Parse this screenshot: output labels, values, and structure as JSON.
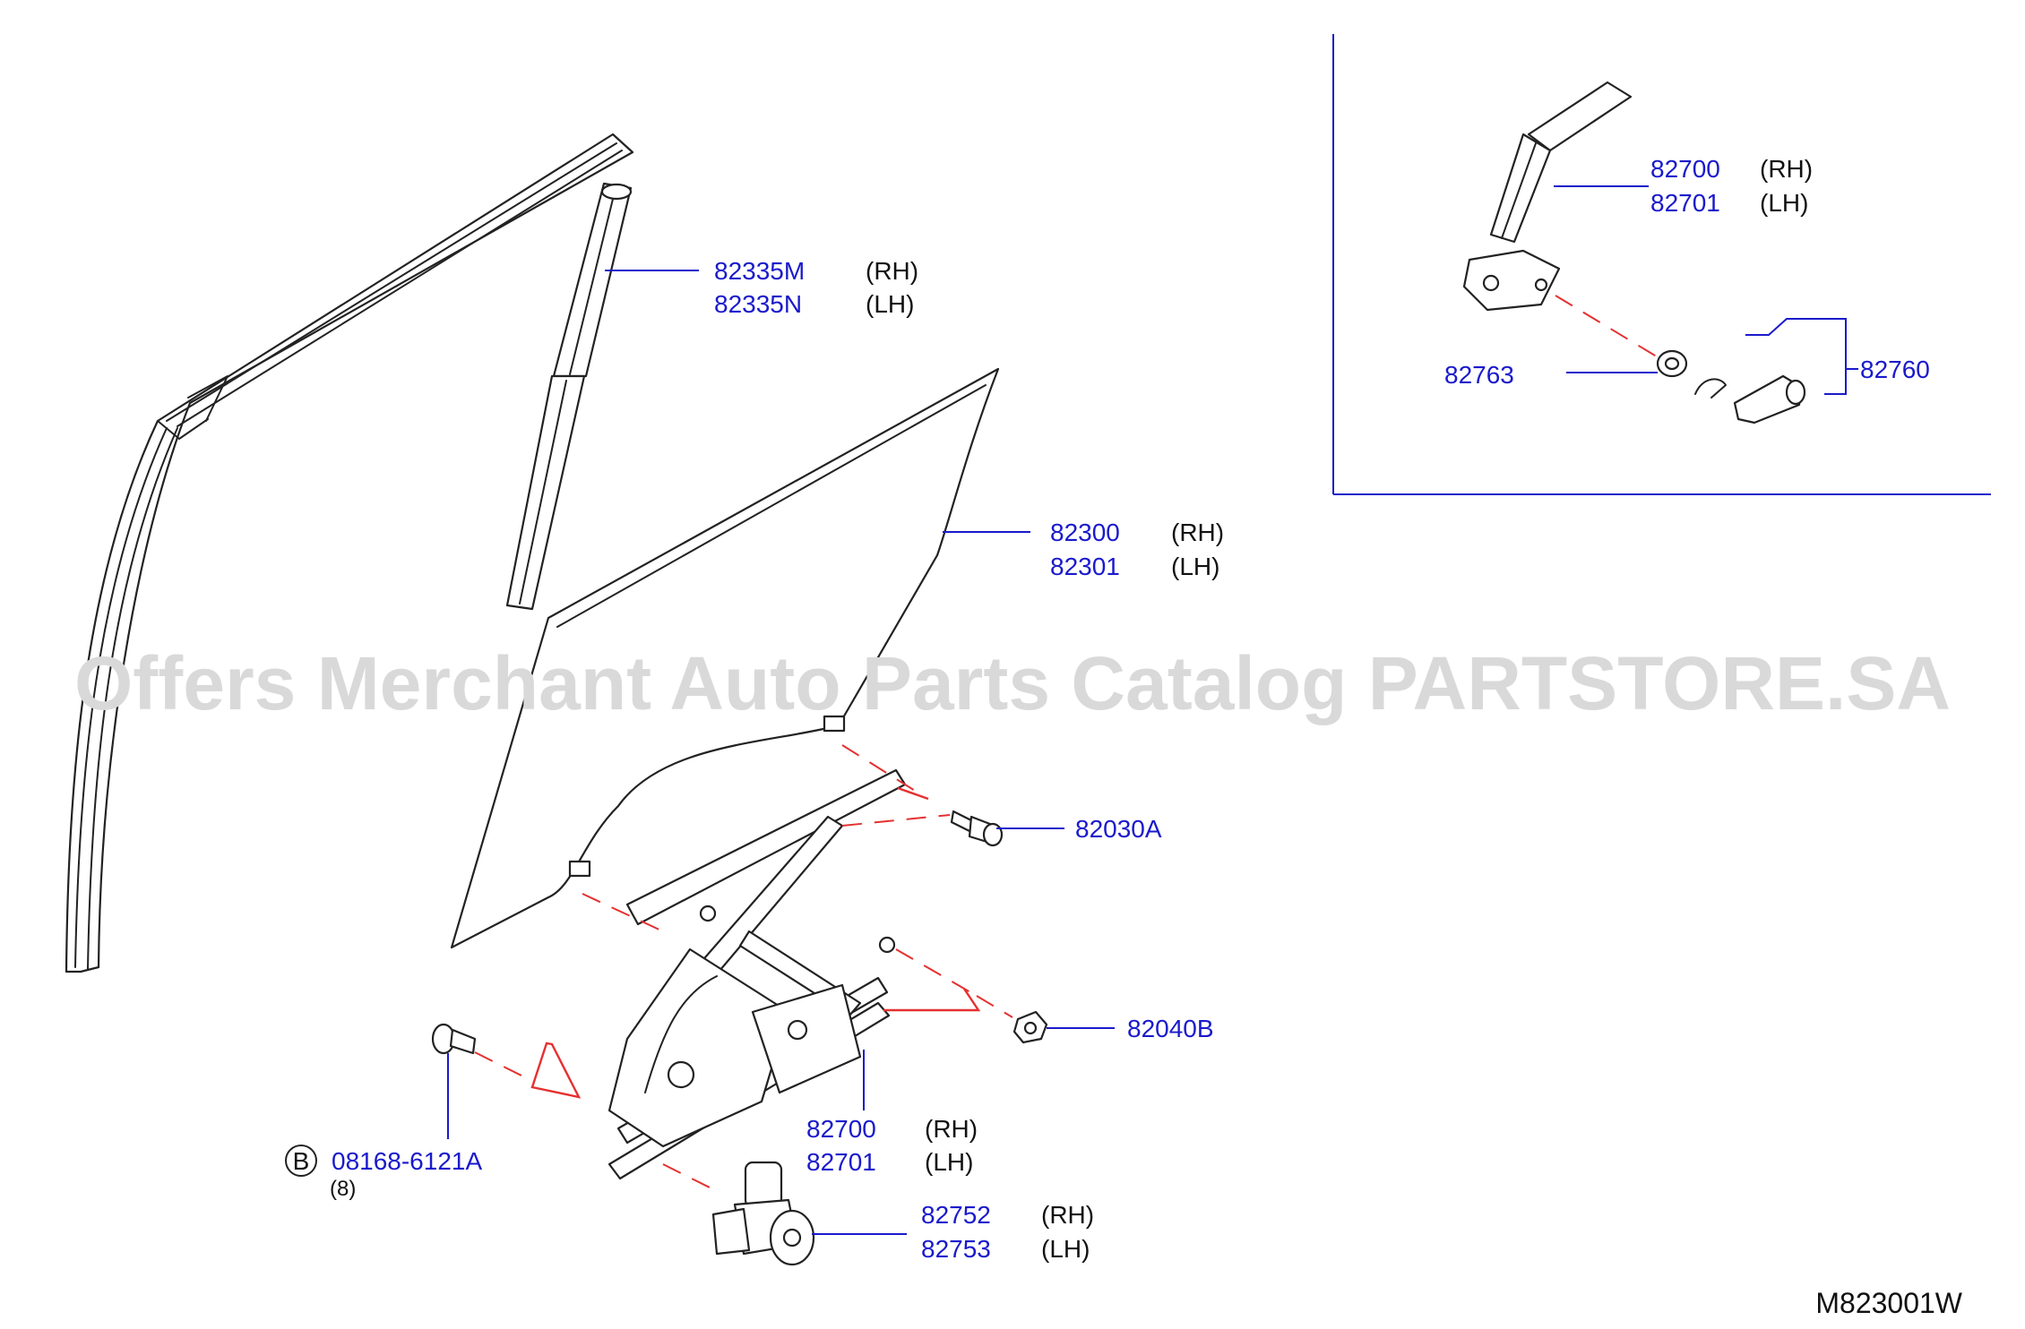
{
  "watermark": "Offers Merchant Auto Parts Catalog PARTSTORE.SA",
  "diagram_code": "M823001W",
  "colors": {
    "part_number": "#1a1acc",
    "leader": "#1a1acc",
    "guide": "#e53030",
    "watermark": "#d9d9d9"
  },
  "callouts": {
    "c1": {
      "part_rh": "82335M",
      "side_rh": "(RH)",
      "part_lh": "82335N",
      "side_lh": "(LH)"
    },
    "c2": {
      "part_rh": "82300",
      "side_rh": "(RH)",
      "part_lh": "82301",
      "side_lh": "(LH)"
    },
    "c3": {
      "part": "82030A"
    },
    "c4": {
      "part": "82040B"
    },
    "c5": {
      "part_rh": "82700",
      "side_rh": "(RH)",
      "part_lh": "82701",
      "side_lh": "(LH)"
    },
    "c6": {
      "part_rh": "82752",
      "side_rh": "(RH)",
      "part_lh": "82753",
      "side_lh": "(LH)"
    },
    "c7": {
      "badge": "B",
      "part": "08168-6121A",
      "qty": "(8)"
    },
    "inset": {
      "part_rh": "82700",
      "side_rh": "(RH)",
      "part_lh": "82701",
      "side_lh": "(LH)",
      "spacer": "82763",
      "handle": "82760"
    }
  }
}
